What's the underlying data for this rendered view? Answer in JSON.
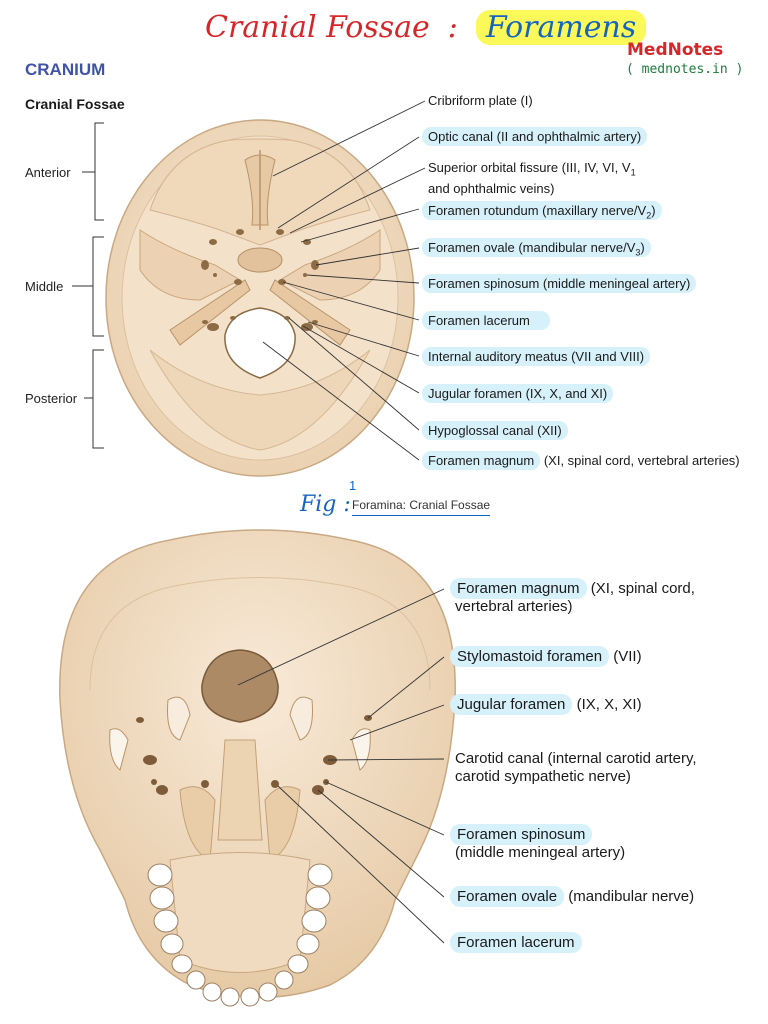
{
  "header": {
    "title_main": "Cranial Fossae",
    "title_colon": ":",
    "title_highlight": "Foramens",
    "brand": "MedNotes",
    "brand_url": "( mednotes.in )"
  },
  "section": {
    "heading": "CRANIUM",
    "subheading": "Cranial Fossae"
  },
  "fossa_regions": [
    "Anterior",
    "Middle",
    "Posterior"
  ],
  "top_labels": [
    {
      "name": "Cribriform plate",
      "rest": " (I)",
      "highlight": false
    },
    {
      "name": "Optic canal",
      "rest": " (II and ophthalmic artery)",
      "highlight": true
    },
    {
      "name": "Superior orbital fissure",
      "rest": " (III, IV, VI, V",
      "sub": "1",
      "line2": "and ophthalmic veins)",
      "highlight": false
    },
    {
      "name": "Foramen rotundum",
      "rest": " (maxillary nerve/V",
      "sub": "2",
      "after": ")",
      "highlight": true
    },
    {
      "name": "Foramen ovale",
      "rest": " (mandibular nerve/V",
      "sub": "3",
      "after": ")",
      "highlight": true
    },
    {
      "name": "Foramen spinosum",
      "rest": " (middle meningeal artery)",
      "highlight": true
    },
    {
      "name": "Foramen lacerum",
      "rest": "",
      "highlight": true
    },
    {
      "name": "Internal auditory meatus",
      "rest": " (VII and VIII)",
      "highlight": true
    },
    {
      "name": "Jugular foramen",
      "rest": " (IX, X, and XI)",
      "highlight": true
    },
    {
      "name": "Hypoglossal canal",
      "rest": " (XII)",
      "highlight": true
    },
    {
      "name": "Foramen magnum",
      "rest": " (XI, spinal cord, vertebral arteries)",
      "highlight": true
    }
  ],
  "figure": {
    "fig_label": "Fig :",
    "caption": "Foramina: Cranial Fossae",
    "mark": "1"
  },
  "bottom_labels": [
    {
      "name": "Foramen magnum",
      "rest": " (XI, spinal cord,",
      "line2": "vertebral arteries)"
    },
    {
      "name": "Stylomastoid foramen",
      "rest": " (VII)"
    },
    {
      "name": "Jugular foramen",
      "rest": " (IX, X, XI)"
    },
    {
      "name": "Carotid canal",
      "rest": " (internal carotid artery,",
      "line2": "carotid sympathetic nerve)"
    },
    {
      "name": "Foramen spinosum",
      "rest": "",
      "line2": "(middle meningeal artery)"
    },
    {
      "name": "Foramen ovale",
      "rest": " (mandibular nerve)"
    },
    {
      "name": "Foramen lacerum",
      "rest": ""
    }
  ],
  "colors": {
    "title_red": "#d6262a",
    "highlight_yellow": "#fbf95a",
    "note_blue": "#1565c0",
    "label_highlight": "#d7f1fb",
    "bone": "#f1ddc2",
    "bone_shadow": "#d9bf9c",
    "cranium_heading": "#3f53a8"
  }
}
